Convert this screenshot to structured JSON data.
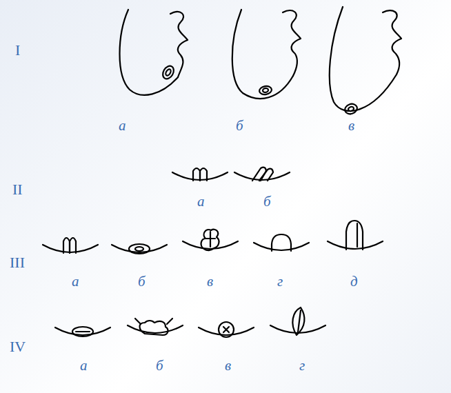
{
  "diagram": {
    "labels": [
      "I",
      "а",
      "б",
      "в",
      "II",
      "а",
      "б",
      "III",
      "а",
      "б",
      "в",
      "г",
      "д",
      "IV",
      "а",
      "б",
      "в",
      "г"
    ]
  }
}
